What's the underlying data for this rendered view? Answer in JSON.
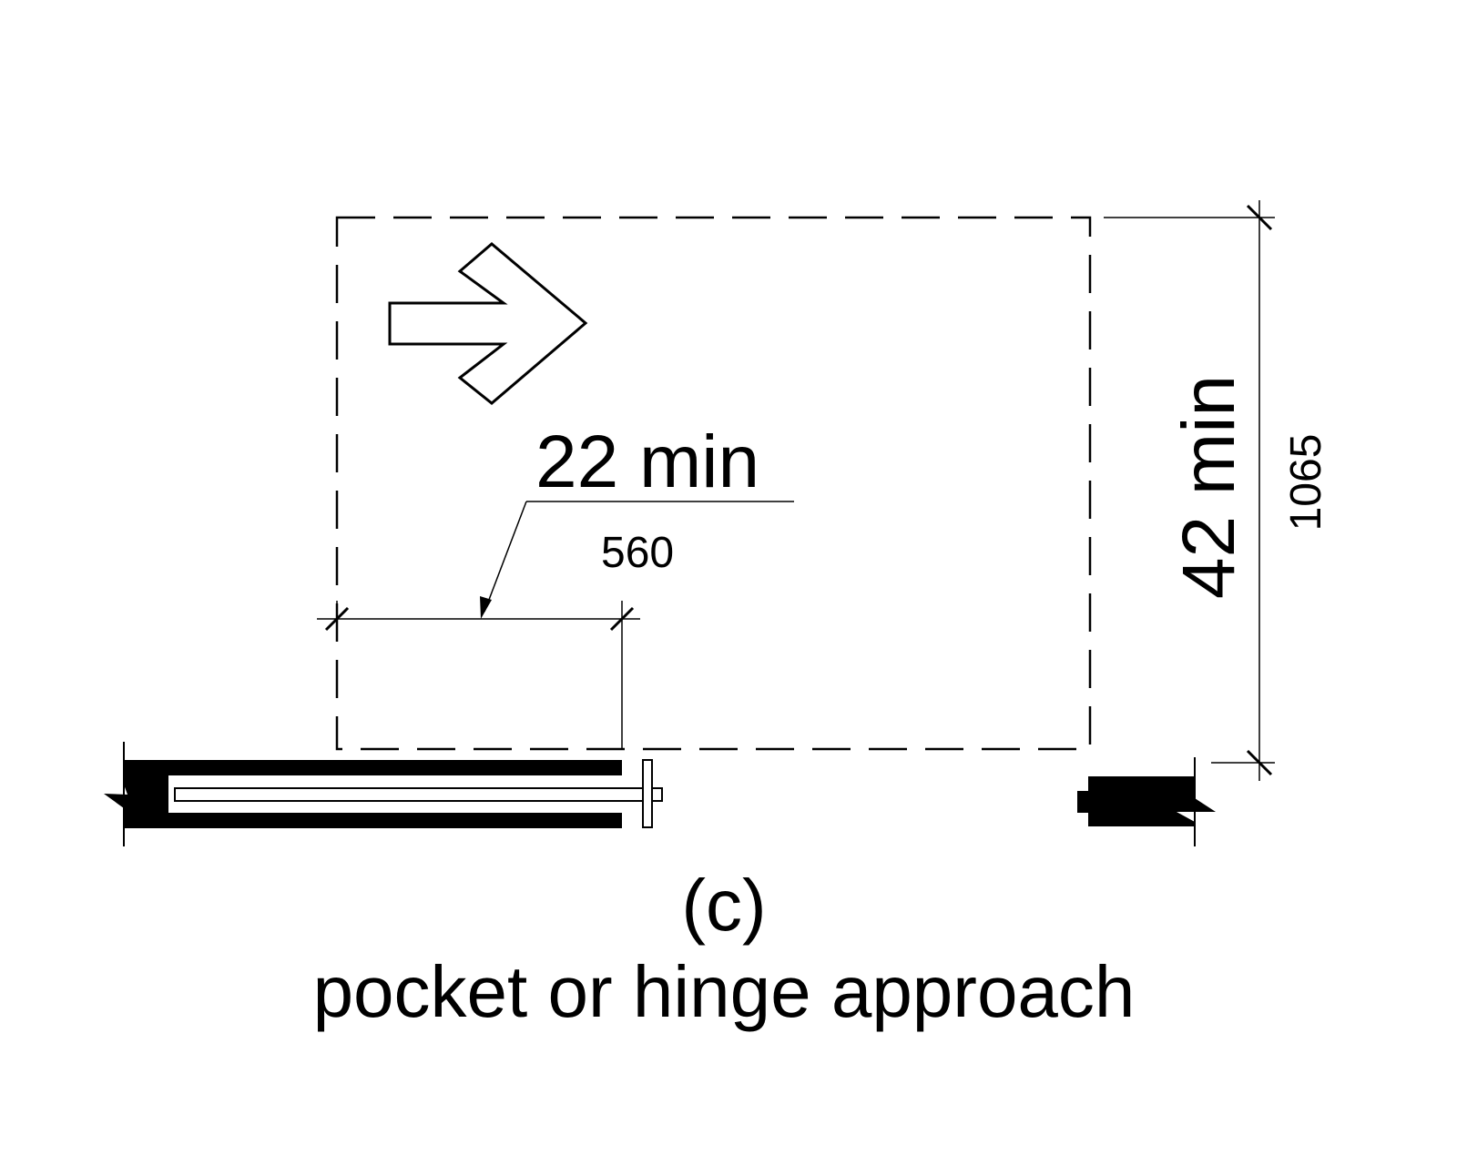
{
  "diagram": {
    "width_label": "22 min",
    "width_metric": "560",
    "depth_label": "42 min",
    "depth_metric": "1065",
    "panel_letter": "(c)",
    "caption": "pocket or hinge approach",
    "colors": {
      "ink": "#000000",
      "background": "#ffffff"
    }
  }
}
